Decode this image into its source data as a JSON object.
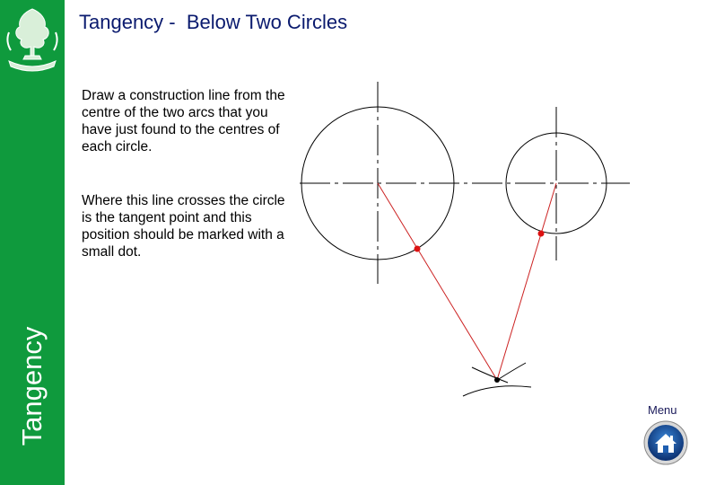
{
  "header": {
    "title": "Tangency -  Below Two Circles"
  },
  "sidebar": {
    "vertical_title": "Tangency"
  },
  "instructions": {
    "paragraph_1": "Draw a construction line from the centre of the two arcs that you have just found to the centres of each circle.",
    "paragraph_2": "Where this line crosses the circle is the tangent point and this position should be marked with a small dot."
  },
  "navigation": {
    "menu_label": "Menu",
    "home_icon": "home-icon"
  },
  "colors": {
    "sidebar": "#0f9a3d",
    "title": "#0a1a6e",
    "construction_line": "#cc2222",
    "tangent_point": "#dd1111",
    "circle_stroke": "#000000"
  }
}
